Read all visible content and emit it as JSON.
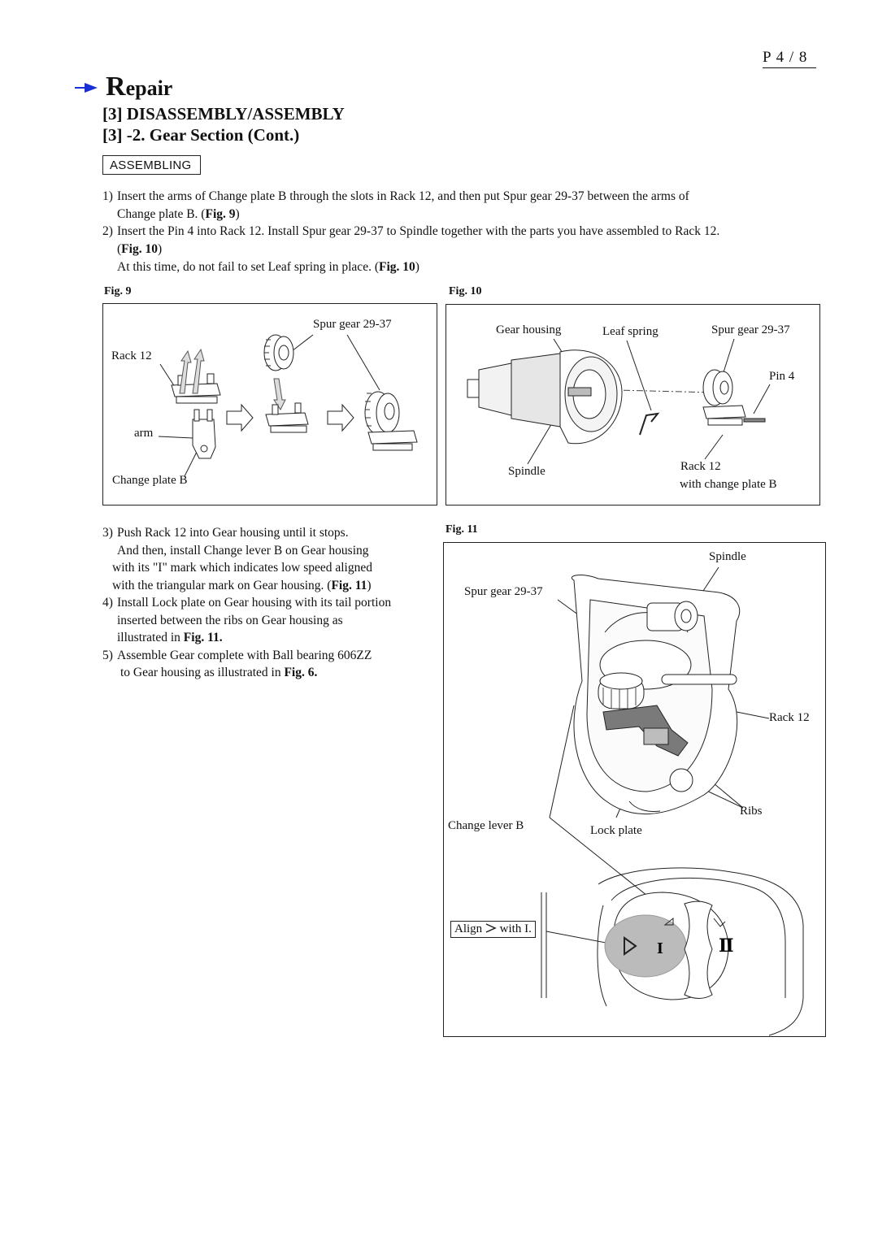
{
  "header": {
    "page_number": "P 4 / 8"
  },
  "section": {
    "title_letter": "R",
    "title_rest": "epair",
    "heading1": "[3] DISASSEMBLY/ASSEMBLY",
    "heading2": "[3] -2. Gear Section (Cont.)",
    "badge": "ASSEMBLING"
  },
  "steps_top": [
    {
      "num": "1)",
      "line1": "Insert the arms of Change plate B through the slots in Rack 12, and then put Spur gear 29-37 between the arms of",
      "line2": "Change plate B. (",
      "ref": "Fig. 9",
      "tail": ")"
    },
    {
      "num": "2)",
      "line1": "Insert the Pin 4 into Rack 12.  Install Spur gear 29-37 to Spindle together with the parts you have assembled to Rack 12.",
      "line2": "(",
      "ref": "Fig. 10",
      "tail": ")"
    }
  ],
  "note": {
    "text": "At this time, do not fail to set Leaf spring in place. (",
    "ref": "Fig. 10",
    "tail": ")"
  },
  "fig9": {
    "label": "Fig. 9",
    "spur_gear": "Spur gear 29-37",
    "rack": "Rack 12",
    "arm": "arm",
    "change_plate": "Change plate B"
  },
  "fig10": {
    "label": "Fig. 10",
    "gear_housing": "Gear housing",
    "leaf_spring": "Leaf spring",
    "spur_gear": "Spur gear 29-37",
    "pin": "Pin 4",
    "spindle": "Spindle",
    "rack": "Rack 12",
    "rack_with": "with change plate B"
  },
  "steps_bottom": {
    "s3_num": "3)",
    "s3_l1": "Push Rack 12 into Gear housing until it stops.",
    "s3_l2": "And then, install Change lever B on Gear housing",
    "s3_l3": "with its \"I\" mark which indicates low speed aligned",
    "s3_l4": "with the triangular mark on Gear housing. (",
    "s3_ref": "Fig. 11",
    "s3_tail": ")",
    "s4_num": "4)",
    "s4_l1": "Install Lock plate on Gear housing with its tail portion",
    "s4_l2": "inserted between the ribs on Gear housing as",
    "s4_l3": "illustrated in ",
    "s4_ref": "Fig. 11.",
    "s5_num": "5)",
    "s5_l1": "Assemble Gear complete with Ball bearing 606ZZ",
    "s5_l2": "to Gear housing as illustrated in ",
    "s5_ref": "Fig. 6."
  },
  "fig11": {
    "label": "Fig. 11",
    "spindle": "Spindle",
    "spur_gear": "Spur gear 29-37",
    "rack": "Rack 12",
    "ribs": "Ribs",
    "change_lever": "Change lever B",
    "lock_plate": "Lock plate",
    "align_pre": "Align",
    "align_post": "with I."
  }
}
